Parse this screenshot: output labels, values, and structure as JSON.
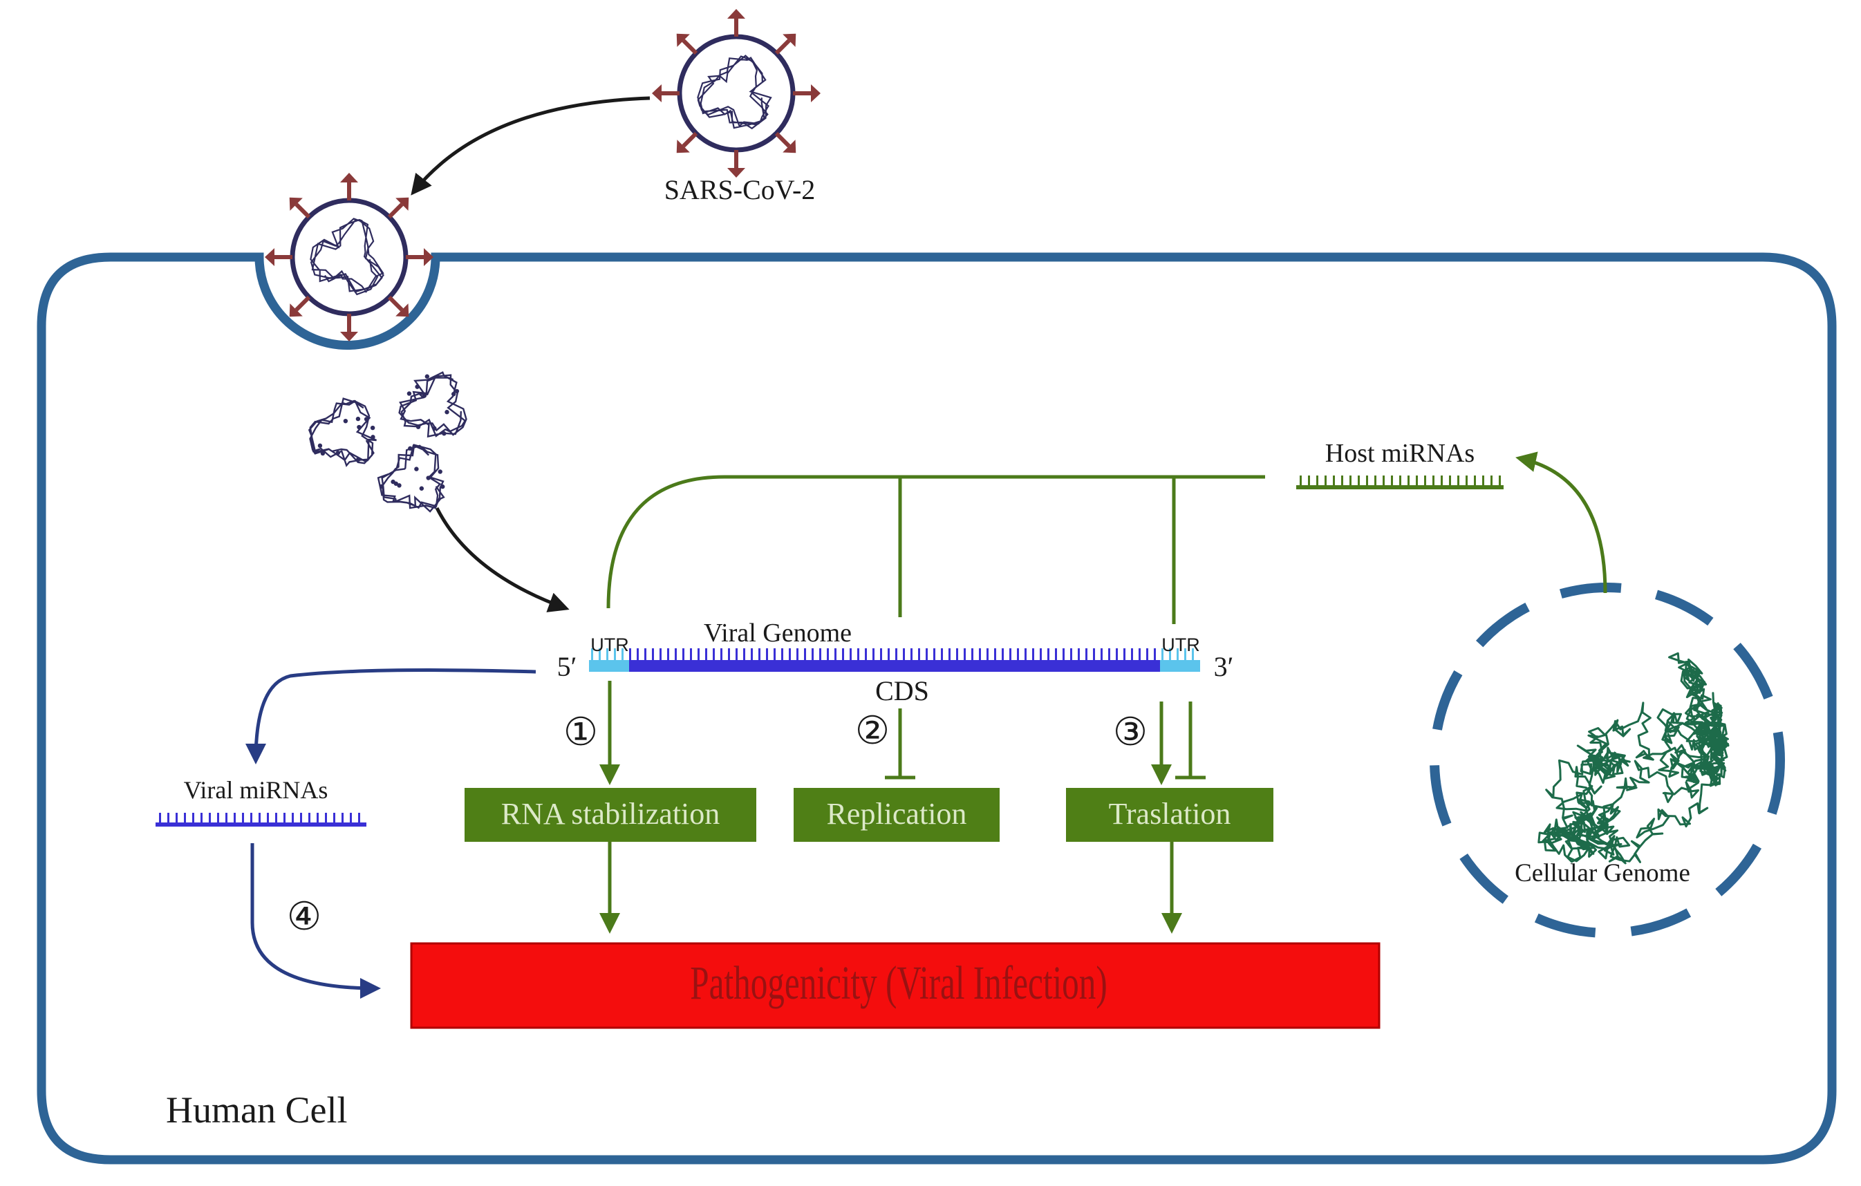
{
  "virus_label": "SARS-CoV-2",
  "cell_label": "Human Cell",
  "genome": {
    "title": "Viral Genome",
    "five_prime": "5′",
    "three_prime": "3′",
    "utr_left": "UTR",
    "utr_right": "UTR",
    "cds": "CDS"
  },
  "host_mirnas_label": "Host miRNAs",
  "viral_mirnas_label": "Viral miRNAs",
  "cellular_genome_label": "Cellular Genome",
  "steps": [
    "①",
    "②",
    "③",
    "④"
  ],
  "boxes": {
    "rna_stabilization": "RNA stabilization",
    "replication": "Replication",
    "translation": "Traslation"
  },
  "pathogenicity_label": "Pathogenicity (Viral Infection)",
  "colors": {
    "membrane": "#2e6496",
    "green": "#4b7a1a",
    "green_box": "#4f7f16",
    "box_text": "#dce9c8",
    "navy": "#283c84",
    "genome_blue": "#3a30d6",
    "utr_blue": "#5bc4ec",
    "red_box": "#f40d0d",
    "red_text": "#9a1212",
    "virus_body": "#2f2c5e",
    "virus_spike": "#8a3a3a",
    "cell_dna": "#1d6b4a"
  }
}
